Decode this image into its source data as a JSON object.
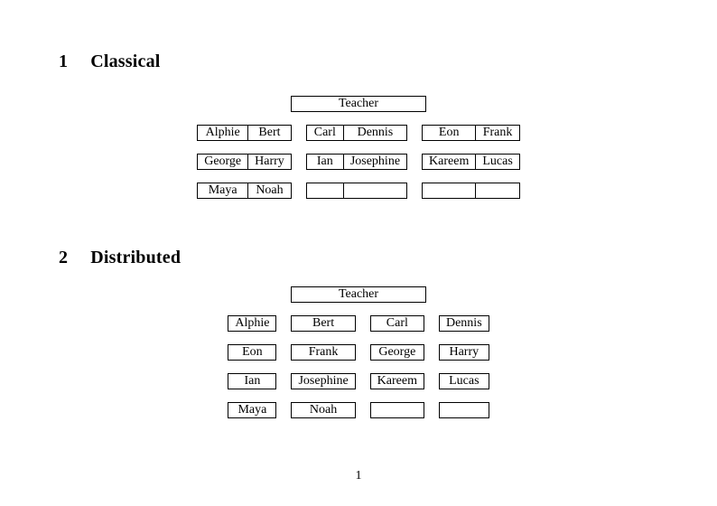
{
  "document": {
    "page_number": "1",
    "background_color": "#ffffff",
    "text_color": "#000000",
    "border_color": "#000000",
    "sections": [
      {
        "number": "1",
        "title": "Classical",
        "teacher_label": "Teacher",
        "desk_rows": [
          [
            [
              "Alphie",
              "Bert"
            ],
            [
              "Carl",
              "Dennis"
            ],
            [
              "Eon",
              "Frank"
            ]
          ],
          [
            [
              "George",
              "Harry"
            ],
            [
              "Ian",
              "Josephine"
            ],
            [
              "Kareem",
              "Lucas"
            ]
          ],
          [
            [
              "Maya",
              "Noah"
            ],
            [
              "",
              ""
            ],
            [
              "",
              ""
            ]
          ]
        ]
      },
      {
        "number": "2",
        "title": "Distributed",
        "teacher_label": "Teacher",
        "desk_rows": [
          [
            [
              "Alphie"
            ],
            [
              "Bert"
            ],
            [
              "Carl"
            ],
            [
              "Dennis"
            ]
          ],
          [
            [
              "Eon"
            ],
            [
              "Frank"
            ],
            [
              "George"
            ],
            [
              "Harry"
            ]
          ],
          [
            [
              "Ian"
            ],
            [
              "Josephine"
            ],
            [
              "Kareem"
            ],
            [
              "Lucas"
            ]
          ],
          [
            [
              "Maya"
            ],
            [
              "Noah"
            ],
            [
              ""
            ],
            [
              ""
            ]
          ]
        ]
      }
    ]
  }
}
